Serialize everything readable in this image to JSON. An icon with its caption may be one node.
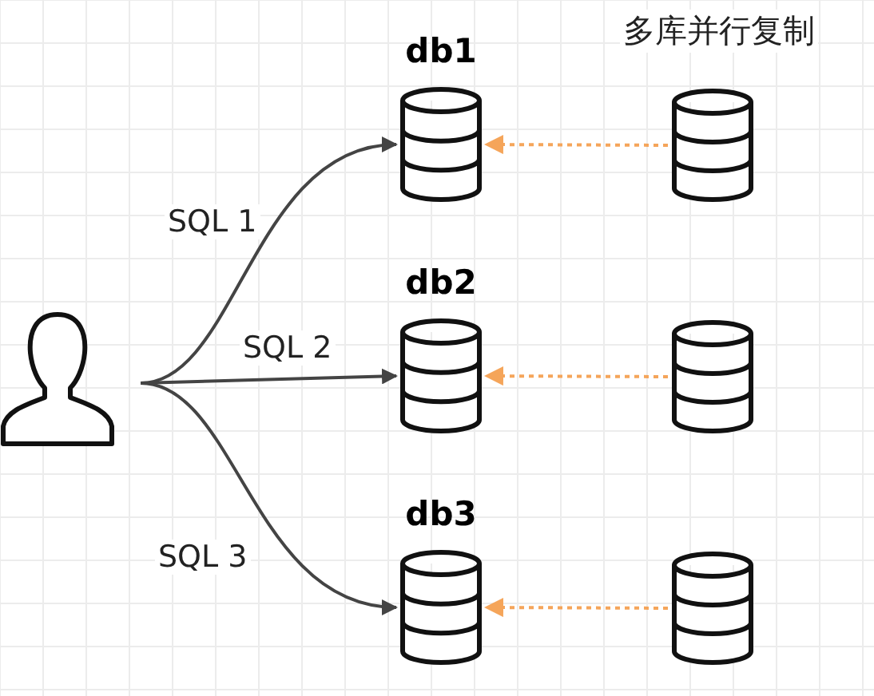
{
  "diagram": {
    "nodes": [
      {
        "text": [],
        "shape": "person"
      },
      {
        "text": [
          "db1"
        ]
      },
      {
        "text": [
          "db2"
        ]
      },
      {
        "text": [
          "db3"
        ]
      },
      {
        "text": [],
        "shape": "cylinder"
      },
      {
        "text": [],
        "shape": "cylinder"
      },
      {
        "text": [],
        "shape": "cylinder"
      }
    ],
    "edges": [
      {
        "from": 0,
        "to": 1,
        "arrow": "to",
        "label": "SQL 1"
      },
      {
        "from": 0,
        "to": 2,
        "arrow": "to",
        "label": "SQL 2"
      },
      {
        "from": 0,
        "to": 3,
        "arrow": "to",
        "label": "SQL 3"
      },
      {
        "from": 4,
        "to": 1,
        "arrow": "to",
        "style": "dashed",
        "color": "#f5a55a"
      },
      {
        "from": 5,
        "to": 2,
        "arrow": "to",
        "style": "dashed",
        "color": "#f5a55a"
      },
      {
        "from": 6,
        "to": 3,
        "arrow": "to",
        "style": "dashed",
        "color": "#f5a55a"
      }
    ],
    "labels": [
      "多库并行复制"
    ]
  }
}
